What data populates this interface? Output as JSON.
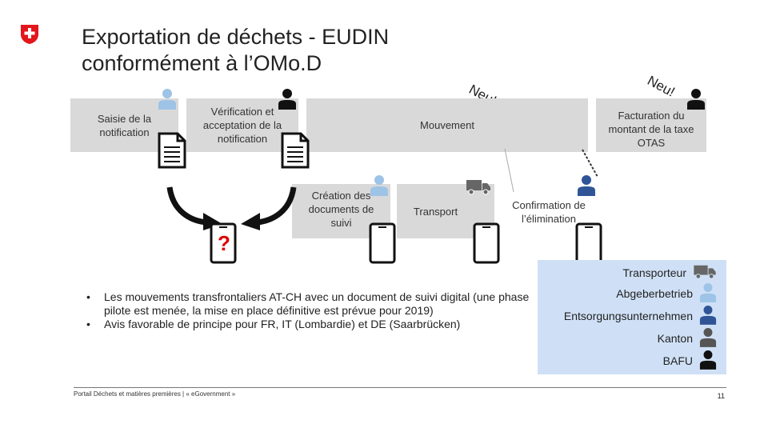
{
  "title_line1": "Exportation de déchets - EUDIN",
  "title_line2": "conformément à l’OMo.D",
  "neu_left": "Neu!",
  "neu_right": "Neu!",
  "boxes": {
    "saisie": "Saisie de la notification",
    "verification": "Vérification et acceptation de la notification",
    "mouvement": "Mouvement",
    "facturation": "Facturation du montant de la taxe OTAS",
    "creation": "Création des documents de suivi",
    "transport": "Transport",
    "confirmation": "Confirmation de l’élimination"
  },
  "question_mark": "?",
  "legend": {
    "transporteur": "Transporteur",
    "abgeberbetrieb": "Abgeberbetrieb",
    "entsorgung": "Entsorgungsunternehmen",
    "kanton": "Kanton",
    "bafu": "BAFU"
  },
  "bullets": [
    "Les mouvements transfrontaliers AT-CH avec un document de suivi digital (une phase pilote est menée, la mise en place définitive est prévue pour 2019)",
    "Avis favorable de principe pour FR, IT (Lombardie) et DE (Saarbrücken)"
  ],
  "footer": "Portail Déchets et matières premières | « eGovernment »",
  "page_number": "11",
  "colors": {
    "box_gray": "#d9d9d9",
    "legend_blue": "#cfe0f6",
    "person_light_blue": "#9dc3e6",
    "person_black": "#111111",
    "question_red": "#e00000",
    "swiss_red": "#e3161b"
  }
}
